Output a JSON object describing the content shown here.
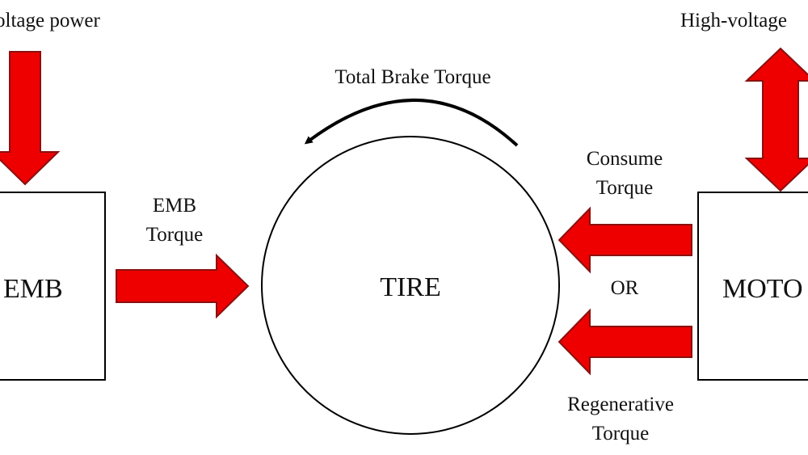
{
  "labels": {
    "low_voltage_power": "oltage  power",
    "high_voltage": "High-voltage",
    "total_brake_torque": "Total Brake Torque",
    "emb_torque_line1": "EMB",
    "emb_torque_line2": "Torque",
    "consume_torque_line1": "Consume",
    "consume_torque_line2": "Torque",
    "or": "OR",
    "regenerative_torque_line1": "Regenerative",
    "regenerative_torque_line2": "Torque"
  },
  "blocks": {
    "emb": "EMB",
    "tire": "TIRE",
    "motor": "MOTO"
  },
  "colors": {
    "arrow_fill": "#ee0000",
    "arrow_stroke": "#8a1010",
    "line": "#000000",
    "text": "#111111"
  }
}
